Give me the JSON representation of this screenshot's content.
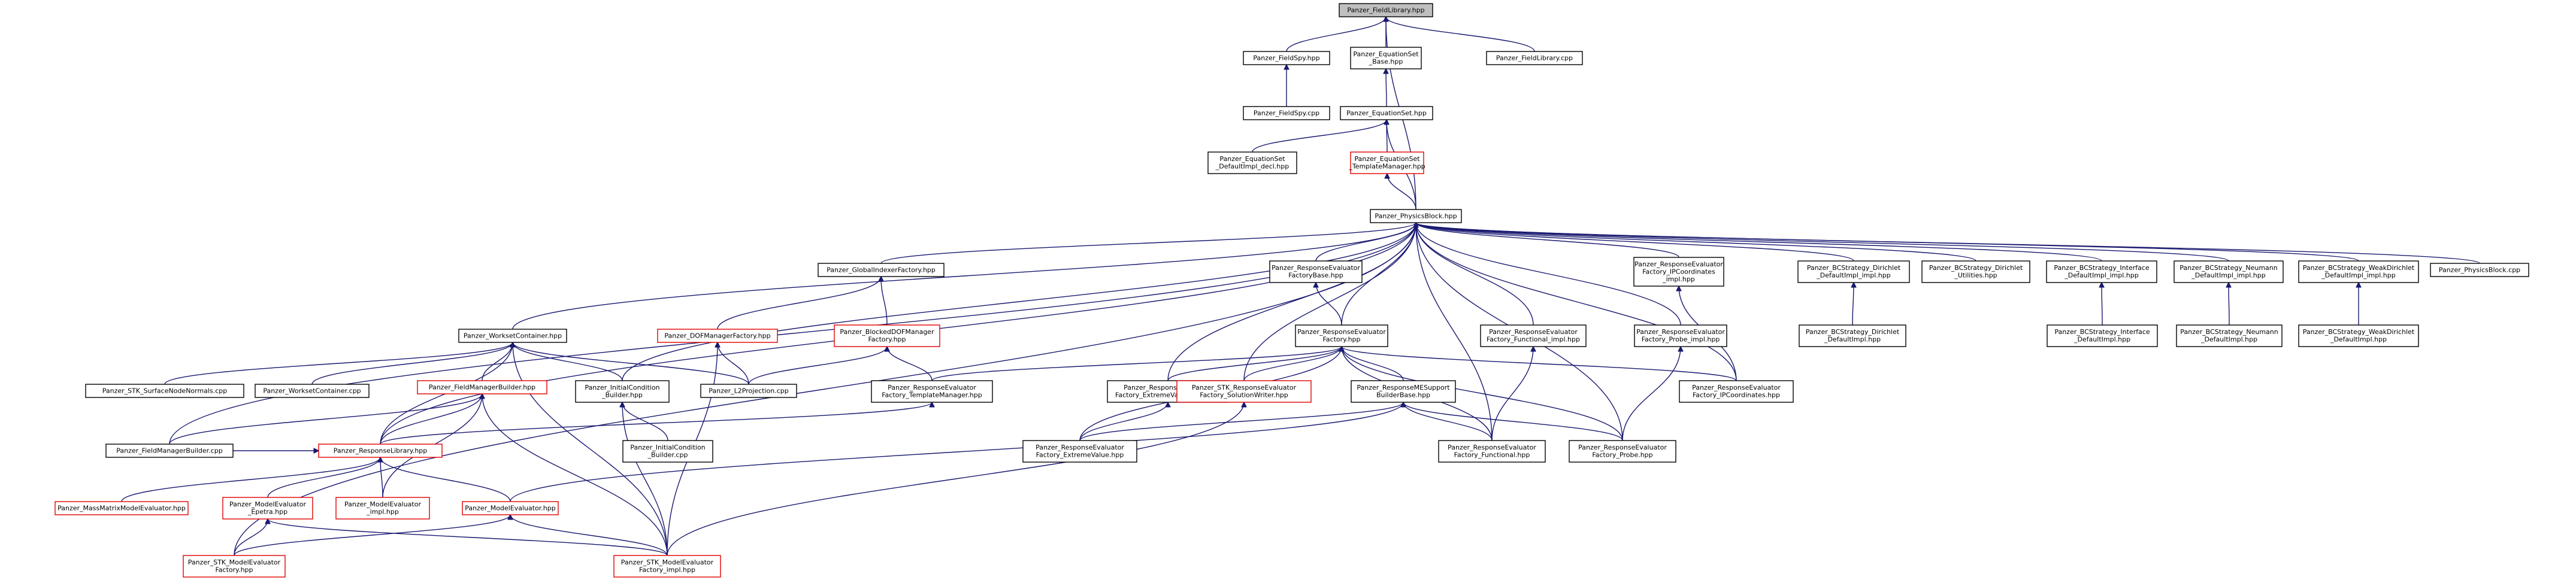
{
  "colors": {
    "edge": "#191970",
    "node_border": "#000000",
    "incomplete_border": "#e00000",
    "root_fill": "#bfbfbf"
  },
  "nodes": [
    {
      "id": "root",
      "lines": [
        "Panzer_FieldLibrary.hpp"
      ],
      "kind": "root"
    },
    {
      "id": "fieldspy_hpp",
      "lines": [
        "Panzer_FieldSpy.hpp"
      ],
      "kind": "normal"
    },
    {
      "id": "eqset_base",
      "lines": [
        "Panzer_EquationSet",
        "_Base.hpp"
      ],
      "kind": "normal"
    },
    {
      "id": "fieldlib_cpp",
      "lines": [
        "Panzer_FieldLibrary.cpp"
      ],
      "kind": "normal"
    },
    {
      "id": "fieldspy_cpp",
      "lines": [
        "Panzer_FieldSpy.cpp"
      ],
      "kind": "normal"
    },
    {
      "id": "eqset_hpp",
      "lines": [
        "Panzer_EquationSet.hpp"
      ],
      "kind": "normal"
    },
    {
      "id": "eqset_default",
      "lines": [
        "Panzer_EquationSet",
        "_DefaultImpl_decl.hpp"
      ],
      "kind": "normal"
    },
    {
      "id": "eqset_template",
      "lines": [
        "Panzer_EquationSet",
        "_TemplateManager.hpp"
      ],
      "kind": "incomplete"
    },
    {
      "id": "physicsblock",
      "lines": [
        "Panzer_PhysicsBlock.hpp"
      ],
      "kind": "normal"
    },
    {
      "id": "globalindexer",
      "lines": [
        "Panzer_GlobalIndexerFactory.hpp"
      ],
      "kind": "normal"
    },
    {
      "id": "re_factorybase",
      "lines": [
        "Panzer_ResponseEvaluator",
        "FactoryBase.hpp"
      ],
      "kind": "normal"
    },
    {
      "id": "re_ipcoord_impl",
      "lines": [
        "Panzer_ResponseEvaluator",
        "Factory_IPCoordinates",
        "_impl.hpp"
      ],
      "kind": "normal"
    },
    {
      "id": "bc_dirichlet_impl",
      "lines": [
        "Panzer_BCStrategy_Dirichlet",
        "_DefaultImpl_impl.hpp"
      ],
      "kind": "normal"
    },
    {
      "id": "bc_dirichlet_util",
      "lines": [
        "Panzer_BCStrategy_Dirichlet",
        "_Utilities.hpp"
      ],
      "kind": "normal"
    },
    {
      "id": "bc_interface_impl",
      "lines": [
        "Panzer_BCStrategy_Interface",
        "_DefaultImpl_impl.hpp"
      ],
      "kind": "normal"
    },
    {
      "id": "bc_neumann_impl",
      "lines": [
        "Panzer_BCStrategy_Neumann",
        "_DefaultImpl_impl.hpp"
      ],
      "kind": "normal"
    },
    {
      "id": "bc_weakdirichlet_impl",
      "lines": [
        "Panzer_BCStrategy_WeakDirichlet",
        "_DefaultImpl_impl.hpp"
      ],
      "kind": "normal"
    },
    {
      "id": "physicsblock_cpp",
      "lines": [
        "Panzer_PhysicsBlock.cpp"
      ],
      "kind": "normal"
    },
    {
      "id": "worksetcontainer",
      "lines": [
        "Panzer_WorksetContainer.hpp"
      ],
      "kind": "normal"
    },
    {
      "id": "dofmanagerfactory",
      "lines": [
        "Panzer_DOFManagerFactory.hpp"
      ],
      "kind": "incomplete"
    },
    {
      "id": "blockeddof",
      "lines": [
        "Panzer_BlockedDOFManager",
        "Factory.hpp"
      ],
      "kind": "incomplete"
    },
    {
      "id": "re_factory",
      "lines": [
        "Panzer_ResponseEvaluator",
        "Factory.hpp"
      ],
      "kind": "normal"
    },
    {
      "id": "re_functional_impl",
      "lines": [
        "Panzer_ResponseEvaluator",
        "Factory_Functional_impl.hpp"
      ],
      "kind": "normal"
    },
    {
      "id": "re_probe_impl",
      "lines": [
        "Panzer_ResponseEvaluator",
        "Factory_Probe_impl.hpp"
      ],
      "kind": "normal"
    },
    {
      "id": "bc_dirichlet_decl",
      "lines": [
        "Panzer_BCStrategy_Dirichlet",
        "_DefaultImpl.hpp"
      ],
      "kind": "normal"
    },
    {
      "id": "bc_interface_decl",
      "lines": [
        "Panzer_BCStrategy_Interface",
        "_DefaultImpl.hpp"
      ],
      "kind": "normal"
    },
    {
      "id": "bc_neumann_decl",
      "lines": [
        "Panzer_BCStrategy_Neumann",
        "_DefaultImpl.hpp"
      ],
      "kind": "normal"
    },
    {
      "id": "bc_weakdirichlet_decl",
      "lines": [
        "Panzer_BCStrategy_WeakDirichlet",
        "_DefaultImpl.hpp"
      ],
      "kind": "normal"
    },
    {
      "id": "stk_surface",
      "lines": [
        "Panzer_STK_SurfaceNodeNormals.cpp"
      ],
      "kind": "normal"
    },
    {
      "id": "worksetcontainer_cpp",
      "lines": [
        "Panzer_WorksetContainer.cpp"
      ],
      "kind": "normal"
    },
    {
      "id": "fieldmanagerbuilder",
      "lines": [
        "Panzer_FieldManagerBuilder.hpp"
      ],
      "kind": "incomplete"
    },
    {
      "id": "initialcondition_hpp",
      "lines": [
        "Panzer_InitialCondition",
        "_Builder.hpp"
      ],
      "kind": "normal"
    },
    {
      "id": "l2projection",
      "lines": [
        "Panzer_L2Projection.cpp"
      ],
      "kind": "normal"
    },
    {
      "id": "re_templatemanager",
      "lines": [
        "Panzer_ResponseEvaluator",
        "Factory_TemplateManager.hpp"
      ],
      "kind": "normal"
    },
    {
      "id": "re_extreme_impl",
      "lines": [
        "Panzer_ResponseEvaluator",
        "Factory_ExtremeValue_impl.hpp"
      ],
      "kind": "normal"
    },
    {
      "id": "stk_re_solutionwriter",
      "lines": [
        "Panzer_STK_ResponseEvaluator",
        "Factory_SolutionWriter.hpp"
      ],
      "kind": "incomplete"
    },
    {
      "id": "re_me_support",
      "lines": [
        "Panzer_ResponseMESupport",
        "BuilderBase.hpp"
      ],
      "kind": "normal"
    },
    {
      "id": "re_ipcoord",
      "lines": [
        "Panzer_ResponseEvaluator",
        "Factory_IPCoordinates.hpp"
      ],
      "kind": "normal"
    },
    {
      "id": "fieldmanagerbuilder_cpp",
      "lines": [
        "Panzer_FieldManagerBuilder.cpp"
      ],
      "kind": "normal"
    },
    {
      "id": "responselibrary",
      "lines": [
        "Panzer_ResponseLibrary.hpp"
      ],
      "kind": "incomplete"
    },
    {
      "id": "initialcondition_cpp",
      "lines": [
        "Panzer_InitialCondition",
        "_Builder.cpp"
      ],
      "kind": "normal"
    },
    {
      "id": "re_extremevalue",
      "lines": [
        "Panzer_ResponseEvaluator",
        "Factory_ExtremeValue.hpp"
      ],
      "kind": "normal"
    },
    {
      "id": "re_functional",
      "lines": [
        "Panzer_ResponseEvaluator",
        "Factory_Functional.hpp"
      ],
      "kind": "normal"
    },
    {
      "id": "re_probe",
      "lines": [
        "Panzer_ResponseEvaluator",
        "Factory_Probe.hpp"
      ],
      "kind": "normal"
    },
    {
      "id": "massmatrix",
      "lines": [
        "Panzer_MassMatrixModelEvaluator.hpp"
      ],
      "kind": "incomplete"
    },
    {
      "id": "me_epetra",
      "lines": [
        "Panzer_ModelEvaluator",
        "_Epetra.hpp"
      ],
      "kind": "incomplete"
    },
    {
      "id": "me_impl",
      "lines": [
        "Panzer_ModelEvaluator",
        "_impl.hpp"
      ],
      "kind": "incomplete"
    },
    {
      "id": "modelevaluator",
      "lines": [
        "Panzer_ModelEvaluator.hpp"
      ],
      "kind": "incomplete"
    },
    {
      "id": "stk_me_factory",
      "lines": [
        "Panzer_STK_ModelEvaluator",
        "Factory.hpp"
      ],
      "kind": "incomplete"
    },
    {
      "id": "stk_me_factory_impl",
      "lines": [
        "Panzer_STK_ModelEvaluator",
        "Factory_impl.hpp"
      ],
      "kind": "incomplete"
    }
  ],
  "edges": [
    [
      "fieldspy_hpp",
      "root"
    ],
    [
      "eqset_base",
      "root"
    ],
    [
      "fieldlib_cpp",
      "root"
    ],
    [
      "physicsblock",
      "root"
    ],
    [
      "fieldspy_cpp",
      "fieldspy_hpp"
    ],
    [
      "eqset_hpp",
      "eqset_base"
    ],
    [
      "eqset_default",
      "eqset_hpp"
    ],
    [
      "eqset_template",
      "eqset_hpp"
    ],
    [
      "physicsblock",
      "eqset_hpp"
    ],
    [
      "physicsblock",
      "eqset_template"
    ],
    [
      "globalindexer",
      "physicsblock"
    ],
    [
      "re_factorybase",
      "physicsblock"
    ],
    [
      "re_ipcoord_impl",
      "physicsblock"
    ],
    [
      "bc_dirichlet_impl",
      "physicsblock"
    ],
    [
      "bc_dirichlet_util",
      "physicsblock"
    ],
    [
      "bc_interface_impl",
      "physicsblock"
    ],
    [
      "bc_neumann_impl",
      "physicsblock"
    ],
    [
      "bc_weakdirichlet_impl",
      "physicsblock"
    ],
    [
      "physicsblock_cpp",
      "physicsblock"
    ],
    [
      "worksetcontainer",
      "physicsblock"
    ],
    [
      "re_factory",
      "physicsblock"
    ],
    [
      "re_functional_impl",
      "physicsblock"
    ],
    [
      "re_probe_impl",
      "physicsblock"
    ],
    [
      "stk_re_solutionwriter",
      "physicsblock"
    ],
    [
      "re_extreme_impl",
      "physicsblock"
    ],
    [
      "re_ipcoord",
      "physicsblock"
    ],
    [
      "re_functional",
      "physicsblock"
    ],
    [
      "re_probe",
      "physicsblock"
    ],
    [
      "initialcondition_hpp",
      "physicsblock"
    ],
    [
      "responselibrary",
      "physicsblock"
    ],
    [
      "fieldmanagerbuilder_cpp",
      "physicsblock"
    ],
    [
      "stk_me_factory",
      "physicsblock"
    ],
    [
      "dofmanagerfactory",
      "globalindexer"
    ],
    [
      "blockeddof",
      "globalindexer"
    ],
    [
      "re_factory",
      "re_factorybase"
    ],
    [
      "re_ipcoord",
      "re_ipcoord_impl"
    ],
    [
      "bc_dirichlet_decl",
      "bc_dirichlet_impl"
    ],
    [
      "bc_interface_decl",
      "bc_interface_impl"
    ],
    [
      "bc_neumann_decl",
      "bc_neumann_impl"
    ],
    [
      "bc_weakdirichlet_decl",
      "bc_weakdirichlet_impl"
    ],
    [
      "stk_surface",
      "worksetcontainer"
    ],
    [
      "worksetcontainer_cpp",
      "worksetcontainer"
    ],
    [
      "fieldmanagerbuilder",
      "worksetcontainer"
    ],
    [
      "initialcondition_hpp",
      "worksetcontainer"
    ],
    [
      "l2projection",
      "worksetcontainer"
    ],
    [
      "responselibrary",
      "worksetcontainer"
    ],
    [
      "stk_me_factory_impl",
      "worksetcontainer"
    ],
    [
      "l2projection",
      "dofmanagerfactory"
    ],
    [
      "stk_me_factory_impl",
      "dofmanagerfactory"
    ],
    [
      "l2projection",
      "blockeddof"
    ],
    [
      "re_templatemanager",
      "blockeddof"
    ],
    [
      "re_templatemanager",
      "re_factory"
    ],
    [
      "re_extreme_impl",
      "re_factory"
    ],
    [
      "stk_re_solutionwriter",
      "re_factory"
    ],
    [
      "re_me_support",
      "re_factory"
    ],
    [
      "re_ipcoord",
      "re_factory"
    ],
    [
      "re_functional",
      "re_factory"
    ],
    [
      "re_probe",
      "re_factory"
    ],
    [
      "re_extremevalue",
      "re_factory"
    ],
    [
      "re_functional",
      "re_functional_impl"
    ],
    [
      "re_probe",
      "re_probe_impl"
    ],
    [
      "fieldmanagerbuilder_cpp",
      "fieldmanagerbuilder"
    ],
    [
      "responselibrary",
      "fieldmanagerbuilder"
    ],
    [
      "me_impl",
      "fieldmanagerbuilder"
    ],
    [
      "stk_me_factory_impl",
      "fieldmanagerbuilder"
    ],
    [
      "initialcondition_cpp",
      "initialcondition_hpp"
    ],
    [
      "stk_me_factory_impl",
      "initialcondition_hpp"
    ],
    [
      "responselibrary",
      "re_templatemanager"
    ],
    [
      "re_extremevalue",
      "re_extreme_impl"
    ],
    [
      "stk_me_factory_impl",
      "stk_re_solutionwriter"
    ],
    [
      "re_extremevalue",
      "re_me_support"
    ],
    [
      "re_functional",
      "re_me_support"
    ],
    [
      "re_probe",
      "re_me_support"
    ],
    [
      "modelevaluator",
      "re_me_support"
    ],
    [
      "fieldmanagerbuilder_cpp",
      "responselibrary"
    ],
    [
      "massmatrix",
      "responselibrary"
    ],
    [
      "me_epetra",
      "responselibrary"
    ],
    [
      "me_impl",
      "responselibrary"
    ],
    [
      "modelevaluator",
      "responselibrary"
    ],
    [
      "stk_me_factory",
      "me_epetra"
    ],
    [
      "stk_me_factory_impl",
      "me_epetra"
    ],
    [
      "stk_me_factory",
      "modelevaluator"
    ],
    [
      "stk_me_factory_impl",
      "modelevaluator"
    ]
  ]
}
